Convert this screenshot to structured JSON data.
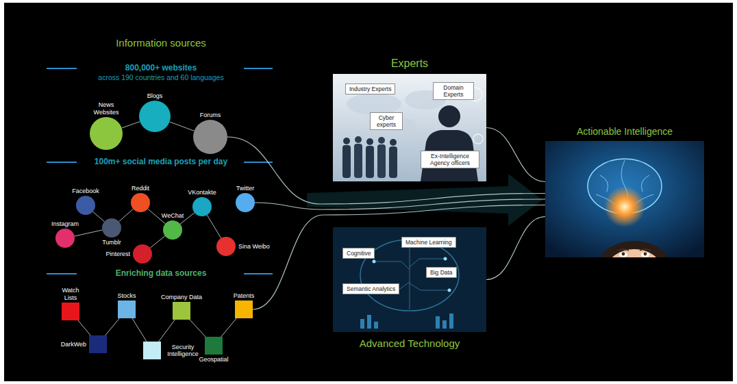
{
  "diagram": {
    "nodes": [
      {
        "text": [
          "News Websites"
        ]
      },
      {
        "text": [
          "Blogs"
        ]
      },
      {
        "text": [
          "Forums"
        ]
      },
      {
        "text": [
          "Facebook"
        ]
      },
      {
        "text": [
          "Reddit"
        ]
      },
      {
        "text": [
          "VKontakte"
        ]
      },
      {
        "text": [
          "Twitter"
        ]
      },
      {
        "text": [
          "Instagram"
        ]
      },
      {
        "text": [
          "Tumblr"
        ]
      },
      {
        "text": [
          "WeChat"
        ]
      },
      {
        "text": [
          "Pinterest"
        ]
      },
      {
        "text": [
          "Sina Weibo"
        ]
      },
      {
        "text": [
          "Watch Lists"
        ]
      },
      {
        "text": [
          "Stocks"
        ]
      },
      {
        "text": [
          "Company Data"
        ]
      },
      {
        "text": [
          "Patents"
        ]
      },
      {
        "text": [
          "DarkWeb"
        ]
      },
      {
        "text": [
          "Security Intelligence"
        ]
      },
      {
        "text": [
          "Geospatial"
        ]
      },
      {
        "text": [
          "Experts"
        ]
      },
      {
        "text": [
          "Industry Experts"
        ],
        "in": 19
      },
      {
        "text": [
          "Domain Experts"
        ],
        "in": 19
      },
      {
        "text": [
          "Cyber experts"
        ],
        "in": 19
      },
      {
        "text": [
          "Ex-Intelligence Agency officers"
        ],
        "in": 19
      },
      {
        "text": [
          "Advanced Technology"
        ]
      },
      {
        "text": [
          "Cognitive"
        ],
        "in": 24
      },
      {
        "text": [
          "Machine Learning"
        ],
        "in": 24
      },
      {
        "text": [
          "Big Data"
        ],
        "in": 24
      },
      {
        "text": [
          "Semantic Analytics"
        ],
        "in": 24
      },
      {
        "text": [
          "Actionable Intelligence"
        ]
      }
    ],
    "edges": [
      {
        "from": 0,
        "to": 1,
        "arrow": "none"
      },
      {
        "from": 1,
        "to": 2,
        "arrow": "none"
      },
      {
        "from": 3,
        "to": 8,
        "arrow": "none"
      },
      {
        "from": 7,
        "to": 8,
        "arrow": "none"
      },
      {
        "from": 8,
        "to": 4,
        "arrow": "none"
      },
      {
        "from": 4,
        "to": 9,
        "arrow": "none"
      },
      {
        "from": 9,
        "to": 10,
        "arrow": "none"
      },
      {
        "from": 9,
        "to": 5,
        "arrow": "none"
      },
      {
        "from": 5,
        "to": 11,
        "arrow": "none"
      },
      {
        "from": 12,
        "to": 16,
        "arrow": "none"
      },
      {
        "from": 16,
        "to": 13,
        "arrow": "none"
      },
      {
        "from": 13,
        "to": 17,
        "arrow": "none"
      },
      {
        "from": 17,
        "to": 14,
        "arrow": "none"
      },
      {
        "from": 14,
        "to": 18,
        "arrow": "none"
      },
      {
        "from": 18,
        "to": 15,
        "arrow": "none"
      },
      {
        "from": 2,
        "to": 29,
        "arrow": "none"
      },
      {
        "from": 6,
        "to": 29,
        "arrow": "none"
      },
      {
        "from": 15,
        "to": 29,
        "arrow": "none"
      },
      {
        "from": 19,
        "to": 29,
        "arrow": "none"
      },
      {
        "from": 24,
        "to": 29,
        "arrow": "none"
      }
    ],
    "labels": [
      "Information sources",
      "800,000+ websites",
      "across 190 countries and 60 languages",
      "100m+ social media posts per day",
      "Enriching data sources"
    ]
  }
}
